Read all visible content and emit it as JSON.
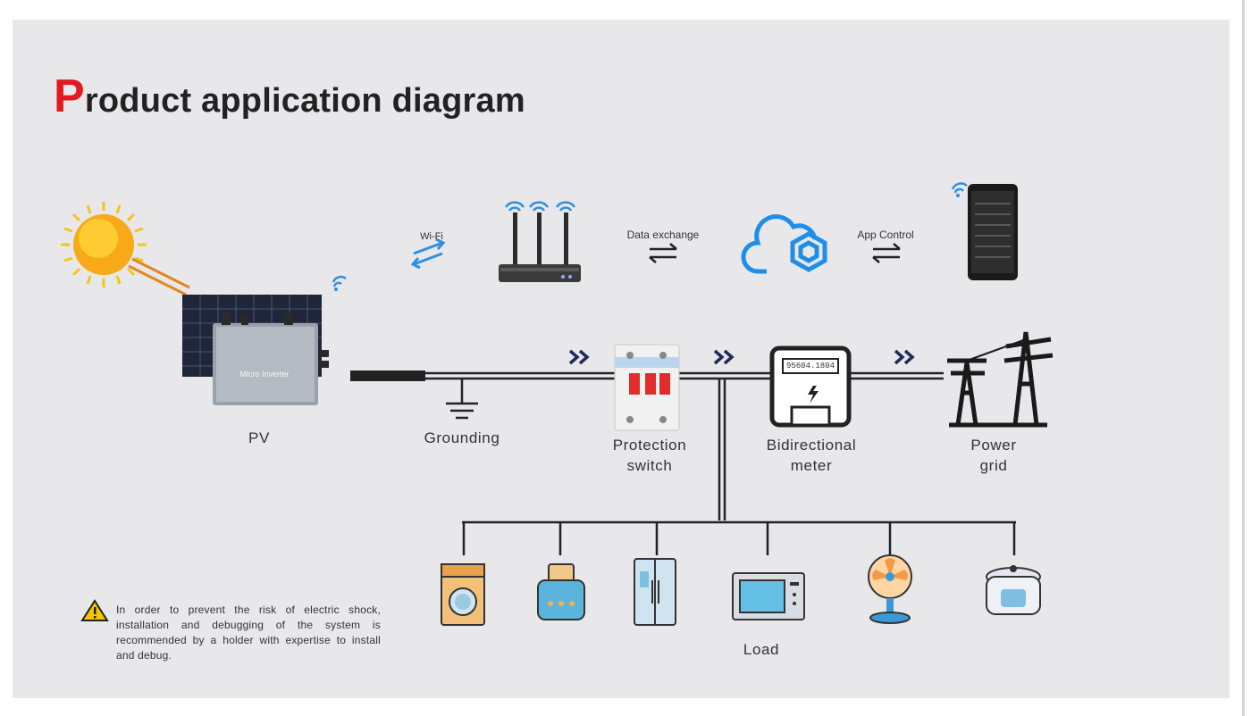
{
  "title": {
    "first_letter": "P",
    "rest": "roduct application diagram"
  },
  "labels": {
    "wifi": "Wi-Fi",
    "data_exchange": "Data exchange",
    "app_control": "App Control",
    "pv": "PV",
    "grounding": "Grounding",
    "protection_line1": "Protection",
    "protection_line2": "switch",
    "meter_line1": "Bidirectional",
    "meter_line2": "meter",
    "grid_line1": "Power",
    "grid_line2": "grid",
    "load": "Load",
    "inverter_small": "Micro Inverter",
    "meter_display": "95604.1804"
  },
  "warning": {
    "text": "In order to prevent the risk of electric shock, installation and debugging of the system is recommended by a holder with expertise to install and debug."
  },
  "colors": {
    "title_accent": "#e21b23",
    "wifi_blue": "#2f8fe0",
    "cloud_blue": "#1f8ee8",
    "arrow_navy": "#1f2a5a",
    "line": "#222222"
  },
  "icons": [
    "sun-icon",
    "solar-panel-icon",
    "micro-inverter-icon",
    "wifi-exchange-icon",
    "router-icon",
    "cloud-icon",
    "smartphone-icon",
    "breaker-icon",
    "meter-icon",
    "pylon-icon",
    "washing-machine-icon",
    "toaster-icon",
    "fridge-icon",
    "microwave-icon",
    "fan-icon",
    "rice-cooker-icon",
    "warning-icon"
  ]
}
